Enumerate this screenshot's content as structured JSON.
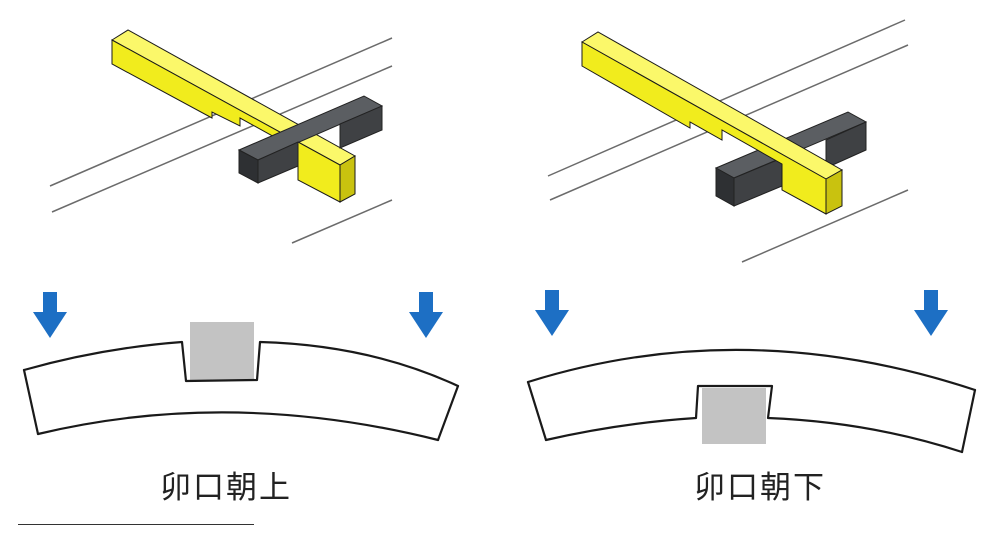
{
  "colors": {
    "beam_yellow": "#f1ec1d",
    "beam_yellow_dark": "#c9c20f",
    "beam_yellow_top": "#fbf86a",
    "block_dark": "#3f4144",
    "block_dark_top": "#5b5e62",
    "notch_gray": "#c3c3c3",
    "arrow_blue": "#1d6fc4",
    "rail_gray": "#6b6b6b",
    "outline": "#1a1a1a"
  },
  "icons": {
    "load_arrow": "down-arrow-icon"
  },
  "panels": [
    {
      "id": "left",
      "caption": "卯口朝上"
    },
    {
      "id": "right",
      "caption": "卯口朝下"
    }
  ]
}
